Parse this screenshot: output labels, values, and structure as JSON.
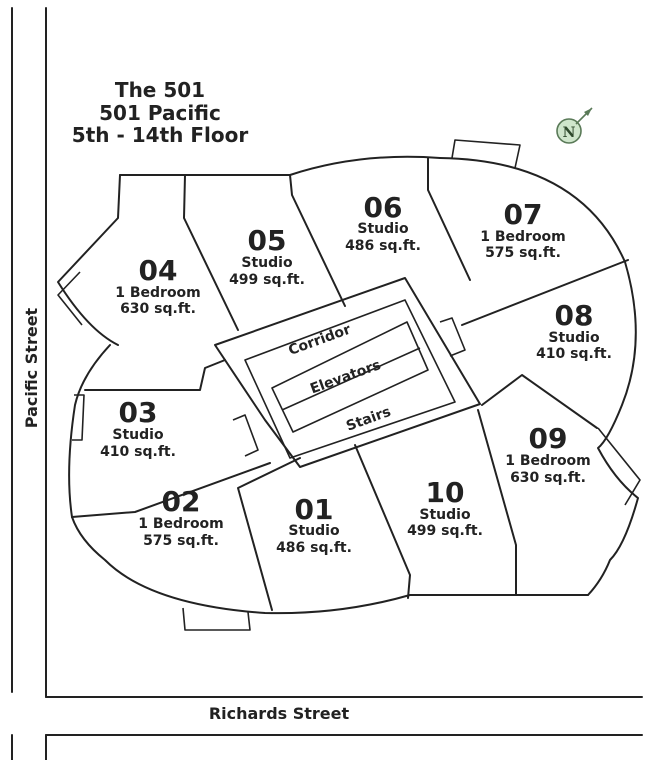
{
  "title": {
    "line1": "The 501",
    "line2": "501 Pacific",
    "line3": "5th - 14th Floor"
  },
  "streets": {
    "left": "Pacific Street",
    "bottom": "Richards Street"
  },
  "compass": {
    "label": "N"
  },
  "core": {
    "corridor": "Corridor",
    "elevators": "Elevators",
    "stairs": "Stairs"
  },
  "units": {
    "u01": {
      "number": "01",
      "type": "Studio",
      "area": "486 sq.ft."
    },
    "u02": {
      "number": "02",
      "type": "1 Bedroom",
      "area": "575 sq.ft."
    },
    "u03": {
      "number": "03",
      "type": "Studio",
      "area": "410 sq.ft."
    },
    "u04": {
      "number": "04",
      "type": "1 Bedroom",
      "area": "630 sq.ft."
    },
    "u05": {
      "number": "05",
      "type": "Studio",
      "area": "499 sq.ft."
    },
    "u06": {
      "number": "06",
      "type": "Studio",
      "area": "486 sq.ft."
    },
    "u07": {
      "number": "07",
      "type": "1 Bedroom",
      "area": "575 sq.ft."
    },
    "u08": {
      "number": "08",
      "type": "Studio",
      "area": "410 sq.ft."
    },
    "u09": {
      "number": "09",
      "type": "1 Bedroom",
      "area": "630 sq.ft."
    },
    "u10": {
      "number": "10",
      "type": "Studio",
      "area": "499 sq.ft."
    }
  },
  "colors": {
    "line": "#222222",
    "compass_fill": "#cfe6cc",
    "compass_stroke": "#5a7a58"
  }
}
